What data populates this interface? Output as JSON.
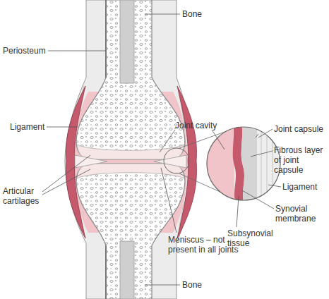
{
  "diagram": {
    "labels": [
      "Bone",
      "Periosteum",
      "Ligament",
      "Joint cavity",
      "Joint capsule",
      "Fibrous layer of joint capsule",
      "Ligament",
      "Synovial membrane",
      "Articular cartilages",
      "Subsynovial tissue",
      "Meniscus – not present in all joints",
      "Bone"
    ]
  }
}
